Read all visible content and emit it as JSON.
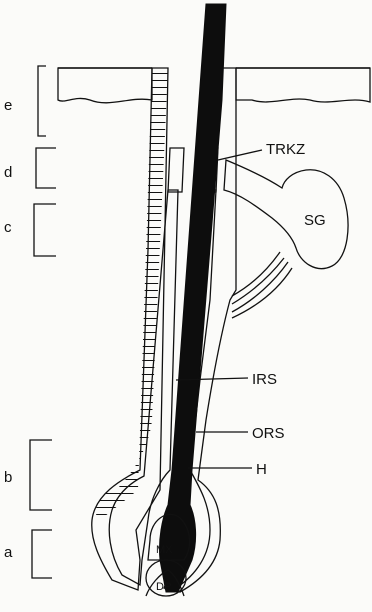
{
  "labels": {
    "trkz": "TRKZ",
    "sg": "SG",
    "irs": "IRS",
    "ors": "ORS",
    "h": "H",
    "mx": "MX",
    "dp": "DP"
  },
  "regions": {
    "a": "a",
    "b": "b",
    "c": "c",
    "d": "d",
    "e": "e"
  }
}
